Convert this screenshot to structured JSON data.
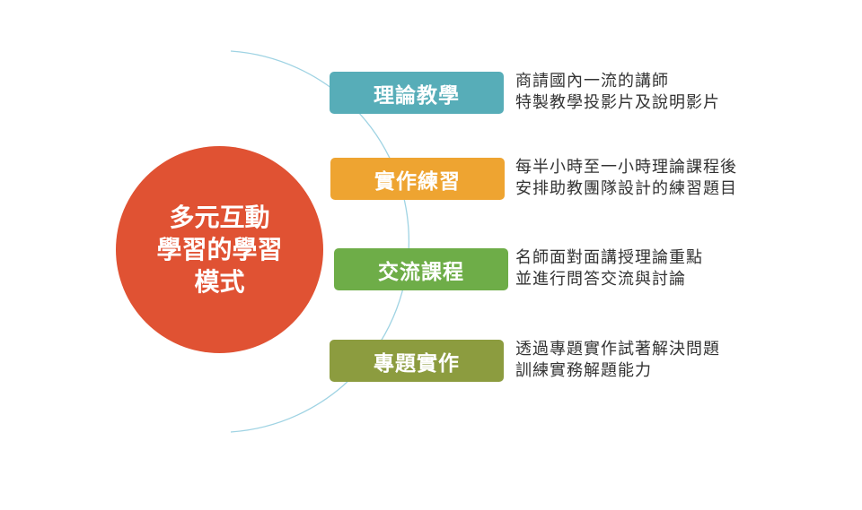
{
  "center": {
    "lines": [
      "多元互動",
      "學習的學習",
      "模式"
    ],
    "color": "#e05233"
  },
  "items": [
    {
      "label": "理論教學",
      "color": "#57adb8",
      "desc": [
        "商請國內一流的講師",
        "特製教學投影片及說明影片"
      ]
    },
    {
      "label": "實作練習",
      "color": "#eea431",
      "desc": [
        "每半小時至一小時理論課程後",
        "安排助教團隊設計的練習題目"
      ]
    },
    {
      "label": "交流課程",
      "color": "#6ead48",
      "desc": [
        "名師面對面講授理論重點",
        "並進行問答交流與討論"
      ]
    },
    {
      "label": "專題實作",
      "color": "#8c9c3f",
      "desc": [
        "透過專題實作試著解決問題",
        "訓練實務解題能力"
      ]
    }
  ],
  "arc_color": "#9fd3e3"
}
